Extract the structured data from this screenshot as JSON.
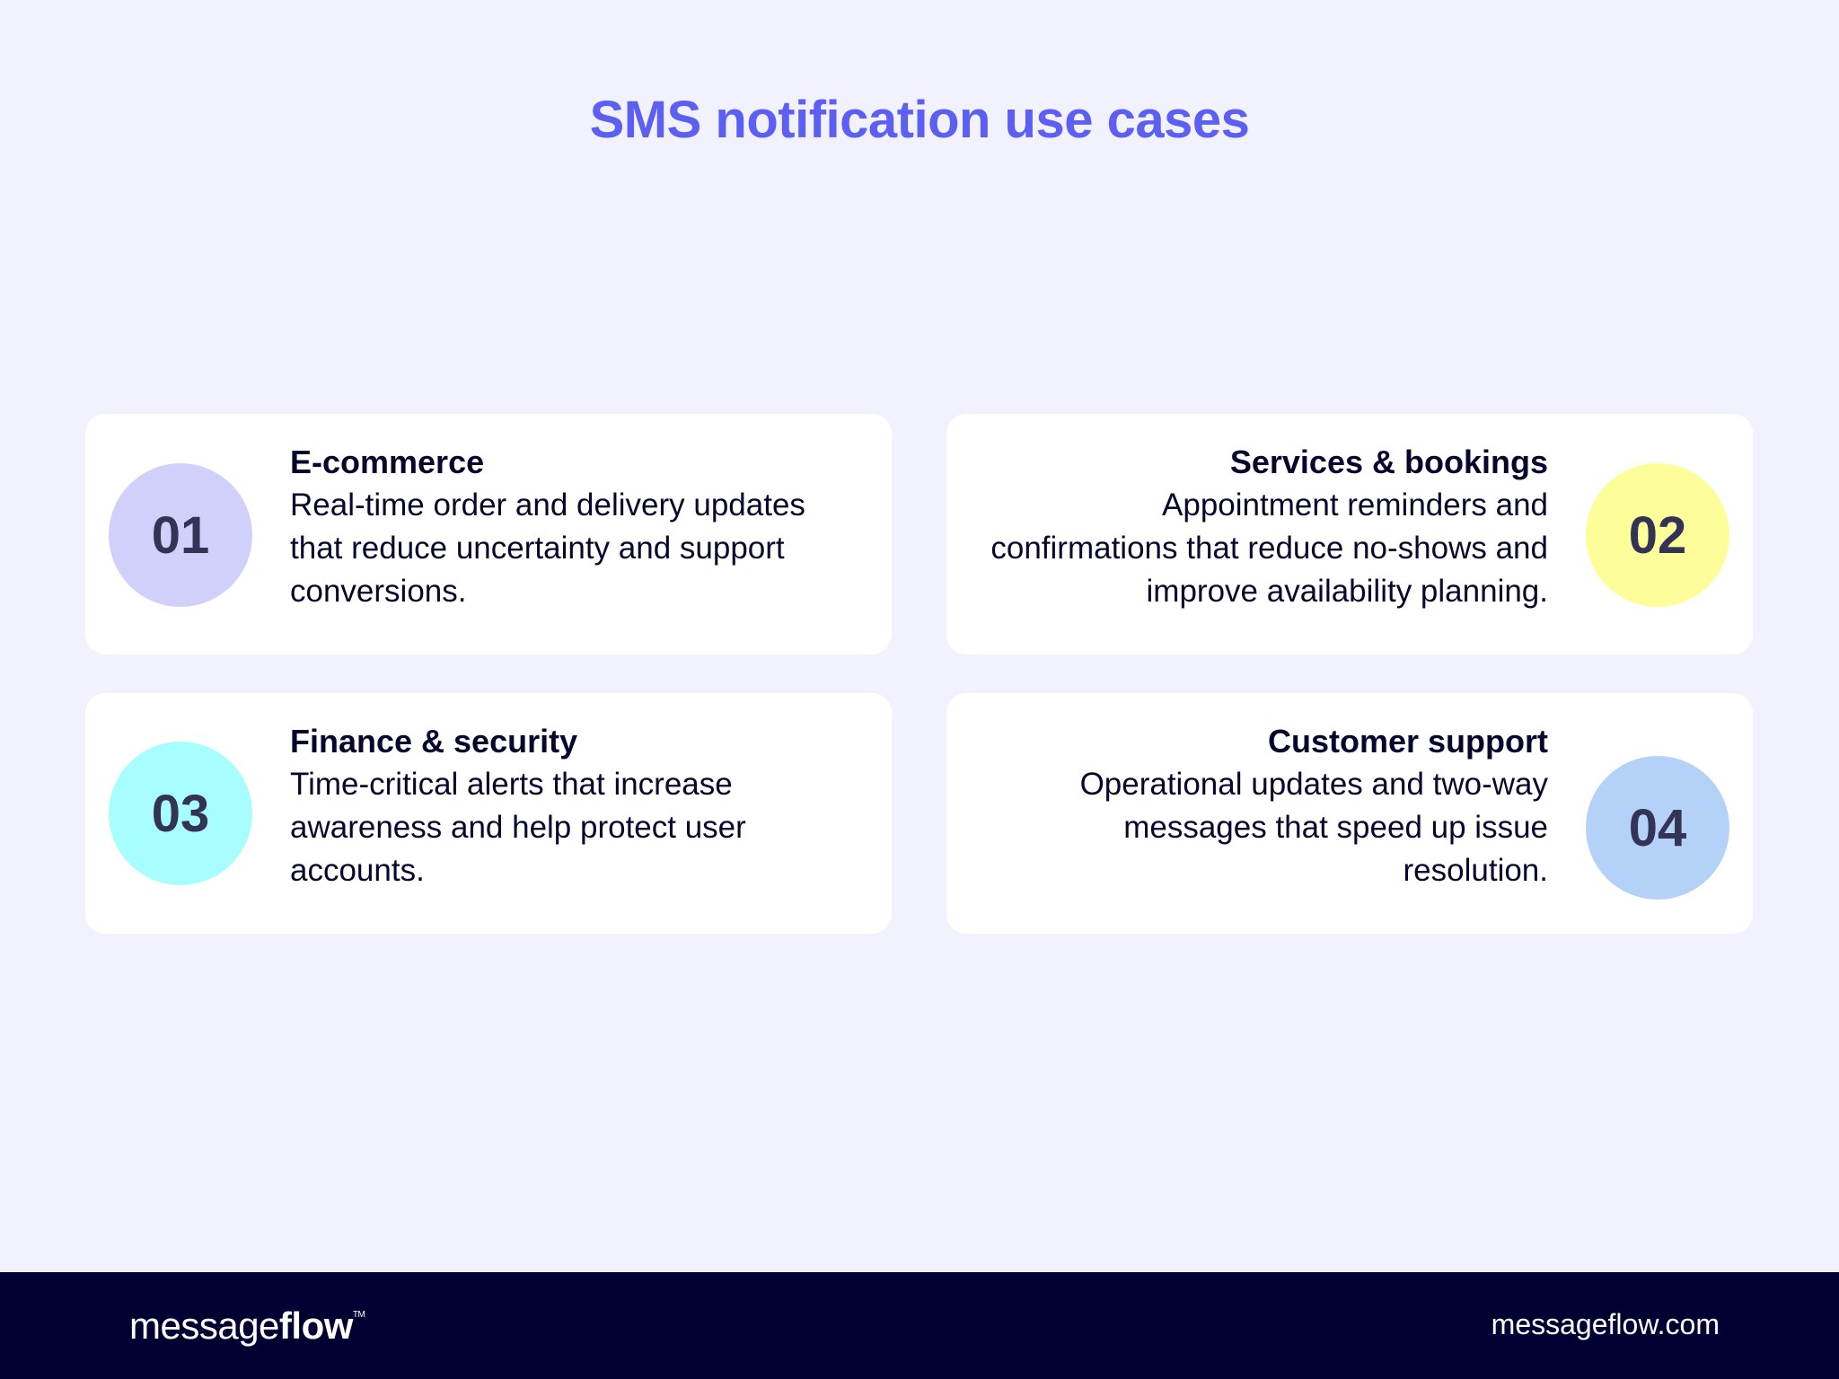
{
  "title": "SMS notification use cases",
  "cards": [
    {
      "number": "01",
      "heading": "E-commerce",
      "body": "Real-time order and delivery updates that reduce uncertainty and support conversions.",
      "color": "#d0d0fa"
    },
    {
      "number": "02",
      "heading": "Services & bookings",
      "body": "Appointment reminders and confirmations that reduce no-shows and improve availability planning.",
      "color": "#fdfe9a"
    },
    {
      "number": "03",
      "heading": "Finance & security",
      "body": "Time-critical alerts that increase awareness and help protect user accounts.",
      "color": "#a8fdfe"
    },
    {
      "number": "04",
      "heading": "Customer support",
      "body": "Operational updates and two-way messages that speed up issue resolution.",
      "color": "#b4d1f8"
    }
  ],
  "footer": {
    "logo_light": "message",
    "logo_bold": "flow",
    "logo_tm": "TM",
    "url": "messageflow.com"
  },
  "colors": {
    "accent": "#5c5ff2",
    "footer_bg": "#000033",
    "background": "#f1f2fd"
  }
}
